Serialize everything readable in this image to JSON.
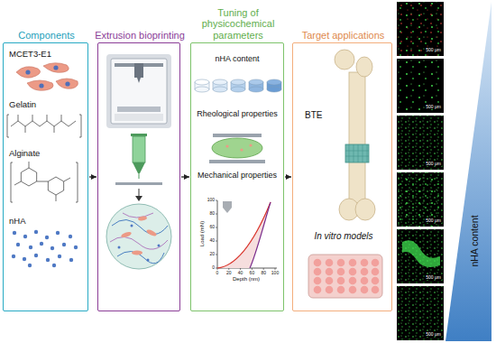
{
  "diagram": {
    "nodes": [
      {
        "text": [
          "Components"
        ]
      },
      {
        "text": [
          "Extrusion bioprinting"
        ]
      },
      {
        "text": [
          "Tuning of physicochemical parameters"
        ]
      },
      {
        "text": [
          "Target applications"
        ]
      },
      {
        "text": [
          "nHA content"
        ]
      }
    ],
    "edges": [
      {
        "from": 0,
        "to": 1,
        "arrow": "to"
      },
      {
        "from": 1,
        "to": 2,
        "arrow": "to"
      },
      {
        "from": 2,
        "to": 3,
        "arrow": "to"
      }
    ],
    "labels": [
      "MCET3-E1",
      "Gelatin",
      "Alginate",
      "nHA",
      "nHA content",
      "Rheological properties",
      "Mechanical properties",
      "Load (mN)",
      "Depth (nm)",
      "100",
      "80",
      "60",
      "40",
      "20",
      "0",
      "0",
      "20",
      "40",
      "60",
      "80",
      "100",
      "BTE",
      "In vitro models",
      "500 μm",
      "500 μm",
      "500 μm",
      "500 μm",
      "500 μm",
      "500 μm"
    ]
  }
}
